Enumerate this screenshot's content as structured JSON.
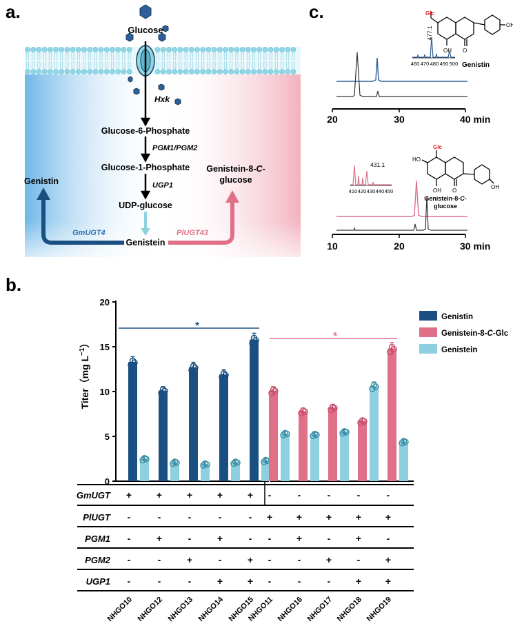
{
  "panels": {
    "a": "a.",
    "b": "b.",
    "c": "c."
  },
  "pathway": {
    "glucose": "Glucose",
    "hxk": "Hxk",
    "g6p": "Glucose-6-Phosphate",
    "pgm": "PGM1/PGM2",
    "g1p": "Glucose-1-Phosphate",
    "ugp1": "UGP1",
    "udpg": "UDP-glucose",
    "genistein": "Genistein",
    "genistin": "Genistin",
    "gm_enzyme": "GmUGT4",
    "pl_enzyme": "PlUGT43",
    "product2_line1": "Genistein-8-",
    "product2_c": "C",
    "product2_dash": "-",
    "product2_line2": "glucose",
    "colors": {
      "genistin": "#1a4f82",
      "product2": "#e07088",
      "genistein": "#8fd0e0"
    }
  },
  "chromatograms": {
    "top": {
      "xticks": [
        "20",
        "30",
        "40 min"
      ],
      "ms_peak": "477.1",
      "ms_ticks": [
        "460",
        "470",
        "480",
        "490",
        "500"
      ],
      "compound": "Genistin",
      "glc": "Glc"
    },
    "bottom": {
      "xticks": [
        "10",
        "20",
        "30 min"
      ],
      "ms_peak": "431.1",
      "ms_ticks": [
        "410",
        "420",
        "430",
        "440",
        "450"
      ],
      "compound_line1": "Genistein-8-",
      "compound_c": "C",
      "compound_dash": "-",
      "compound_line2": "glucose",
      "glc": "Glc"
    },
    "struct_atoms": {
      "oh": "OH",
      "ho": "HO",
      "o": "O"
    }
  },
  "chart_data": {
    "type": "bar",
    "ylabel": "Titer（mg L",
    "ylabel_sup": "−1",
    "ylabel_end": "）",
    "ylim": [
      0,
      20
    ],
    "yticks": [
      "0",
      "5",
      "10",
      "15",
      "20"
    ],
    "categories": [
      "NHGO10",
      "NHGO12",
      "NHGO13",
      "NHGO14",
      "NHGO15",
      "NHGO11",
      "NHGO16",
      "NHGO17",
      "NHGO18",
      "NHGO19"
    ],
    "series": [
      {
        "name": "Genistin",
        "color": "#1a4f82",
        "values": [
          13.3,
          10.1,
          12.7,
          11.9,
          15.8,
          null,
          null,
          null,
          null,
          null
        ]
      },
      {
        "name": "Genistein-8-C-Glc",
        "color": "#e07088",
        "values": [
          null,
          null,
          null,
          null,
          null,
          10.1,
          7.8,
          8.2,
          6.7,
          14.8
        ]
      },
      {
        "name": "Genistein",
        "color": "#8fd0e0",
        "values": [
          2.5,
          2.1,
          1.9,
          2.1,
          2.3,
          5.3,
          5.2,
          5.5,
          10.6,
          4.4
        ]
      }
    ],
    "significance": [
      "*",
      "*"
    ],
    "genotype_table": {
      "rows": [
        {
          "name": "GmUGT",
          "values": [
            "+",
            "+",
            "+",
            "+",
            "+",
            "-",
            "-",
            "-",
            "-",
            "-"
          ]
        },
        {
          "name": "PlUGT",
          "values": [
            "-",
            "-",
            "-",
            "-",
            "-",
            "+",
            "+",
            "+",
            "+",
            "+"
          ]
        },
        {
          "name": "PGM1",
          "values": [
            "-",
            "+",
            "-",
            "+",
            "-",
            "-",
            "+",
            "-",
            "+",
            "-"
          ]
        },
        {
          "name": "PGM2",
          "values": [
            "-",
            "-",
            "+",
            "-",
            "+",
            "-",
            "-",
            "+",
            "-",
            "+"
          ]
        },
        {
          "name": "UGP1",
          "values": [
            "-",
            "-",
            "-",
            "+",
            "+",
            "-",
            "-",
            "-",
            "+",
            "+"
          ]
        }
      ]
    }
  }
}
